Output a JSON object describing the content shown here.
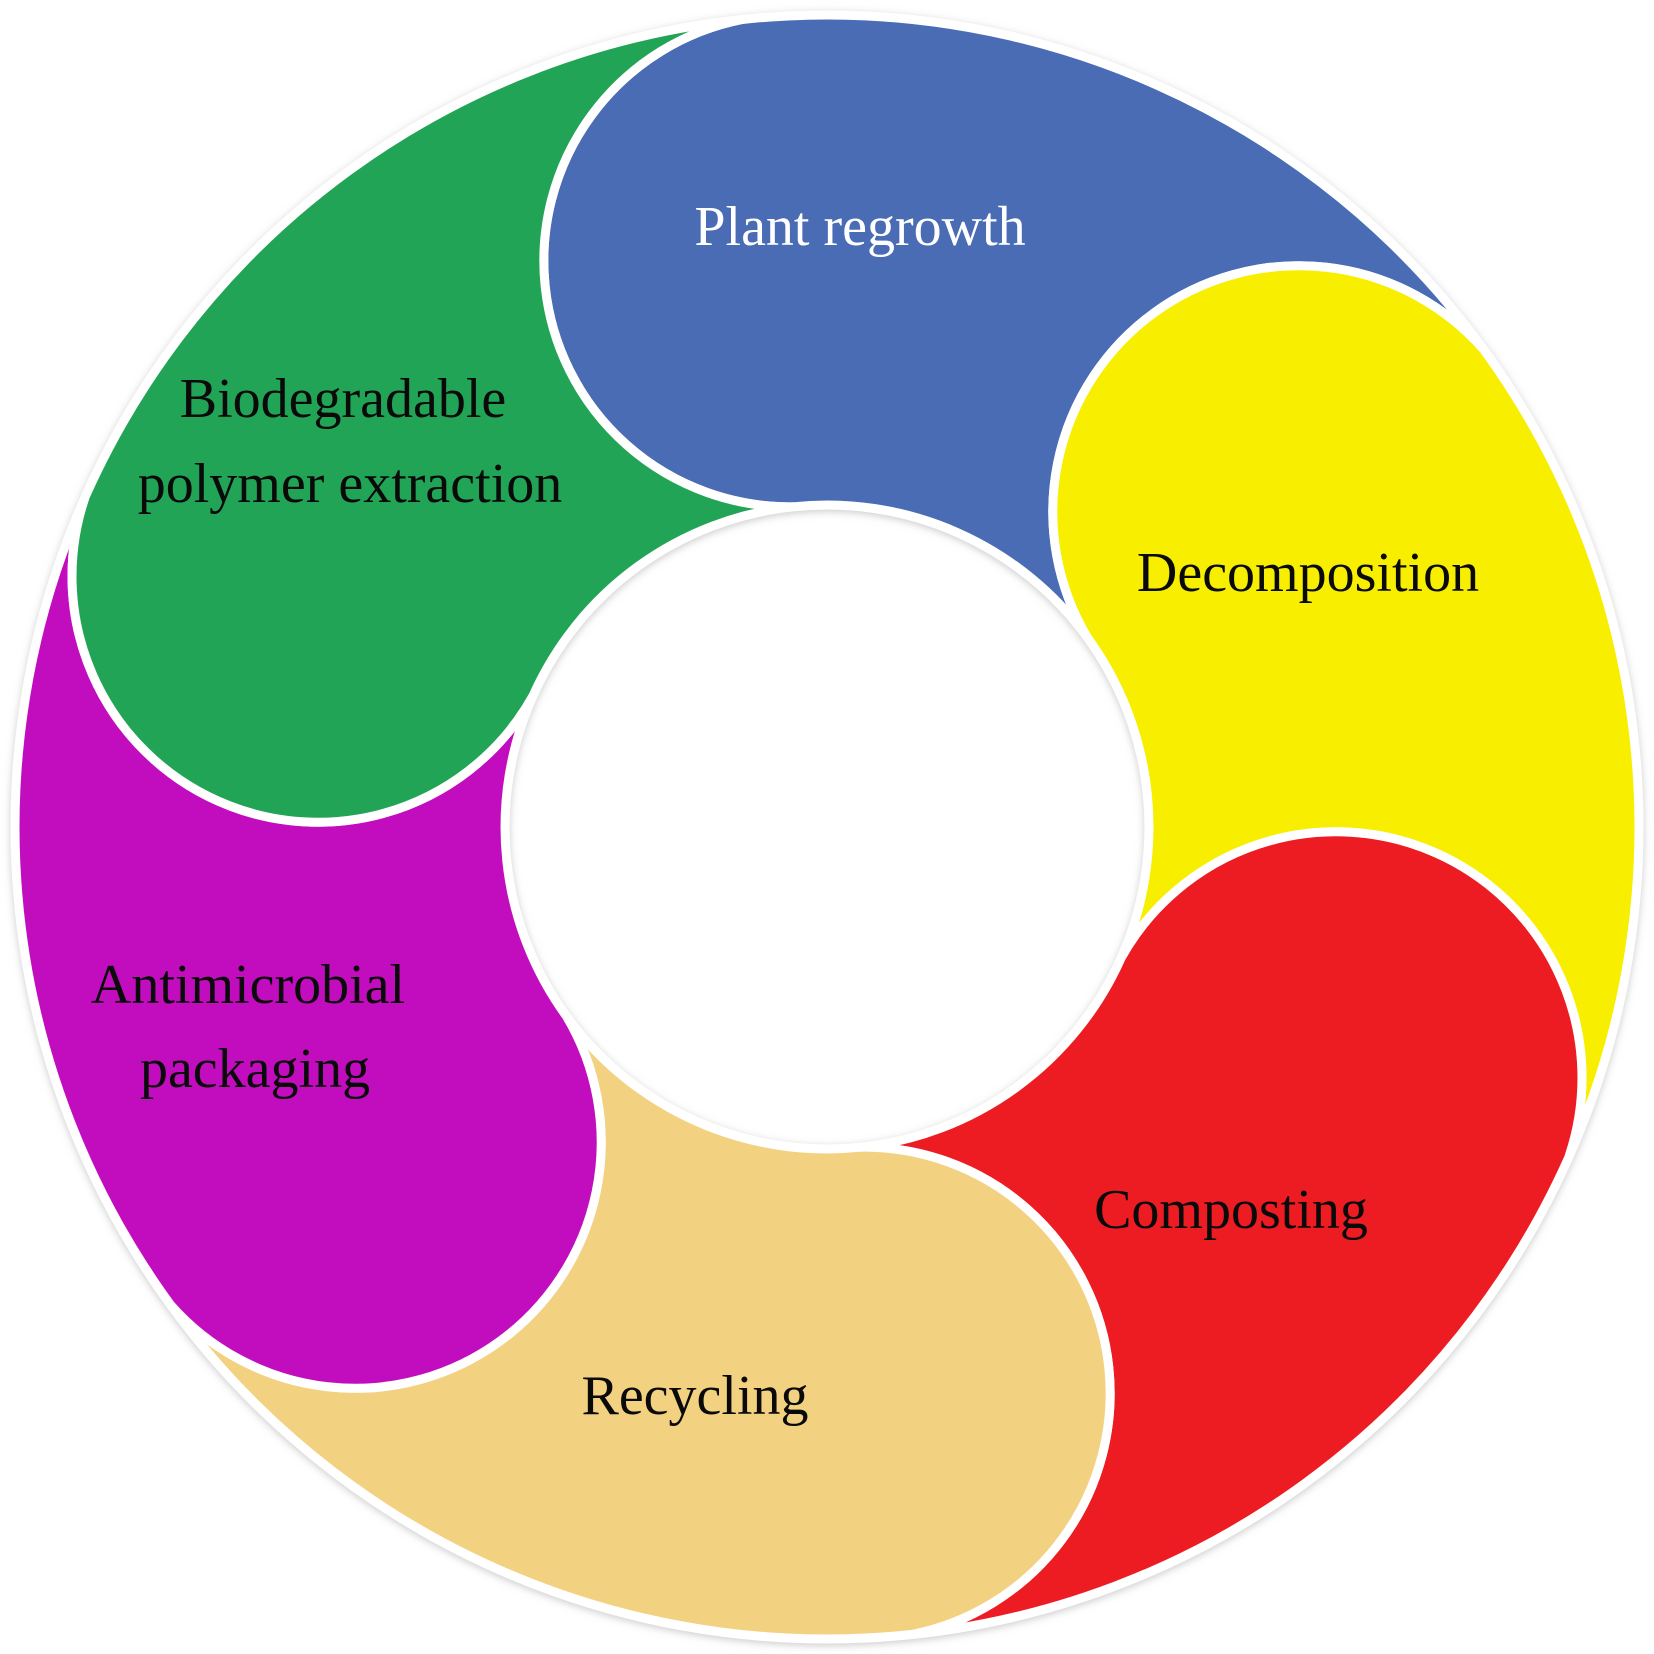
{
  "diagram": {
    "type": "cycle",
    "segment_count": "6",
    "segments": [
      {
        "id": "plant-regrowth",
        "label": "Plant regrowth",
        "color": "#4a6cb4",
        "text_color": "#ffffff"
      },
      {
        "id": "decomposition",
        "label": "Decomposition",
        "color": "#f7ee00",
        "text_color": "#0a0a0a"
      },
      {
        "id": "composting",
        "label": "Composting",
        "color": "#ec1c24",
        "text_color": "#0a0a0a"
      },
      {
        "id": "recycling",
        "label": "Recycling",
        "color": "#f2d181",
        "text_color": "#0a0a0a"
      },
      {
        "id": "antimicrobial-packaging",
        "label": "Antimicrobial packaging",
        "line1": "Antimicrobial",
        "line2": "packaging",
        "color": "#c211bf",
        "text_color": "#0a0a0a"
      },
      {
        "id": "biodegradable-polymer-extraction",
        "label": "Biodegradable polymer extraction",
        "line1": "Biodegradable",
        "line2": "polymer extraction",
        "color": "#21a456",
        "text_color": "#0a0a0a"
      }
    ],
    "background_color": "#ffffff",
    "gap_color": "#ffffff"
  }
}
